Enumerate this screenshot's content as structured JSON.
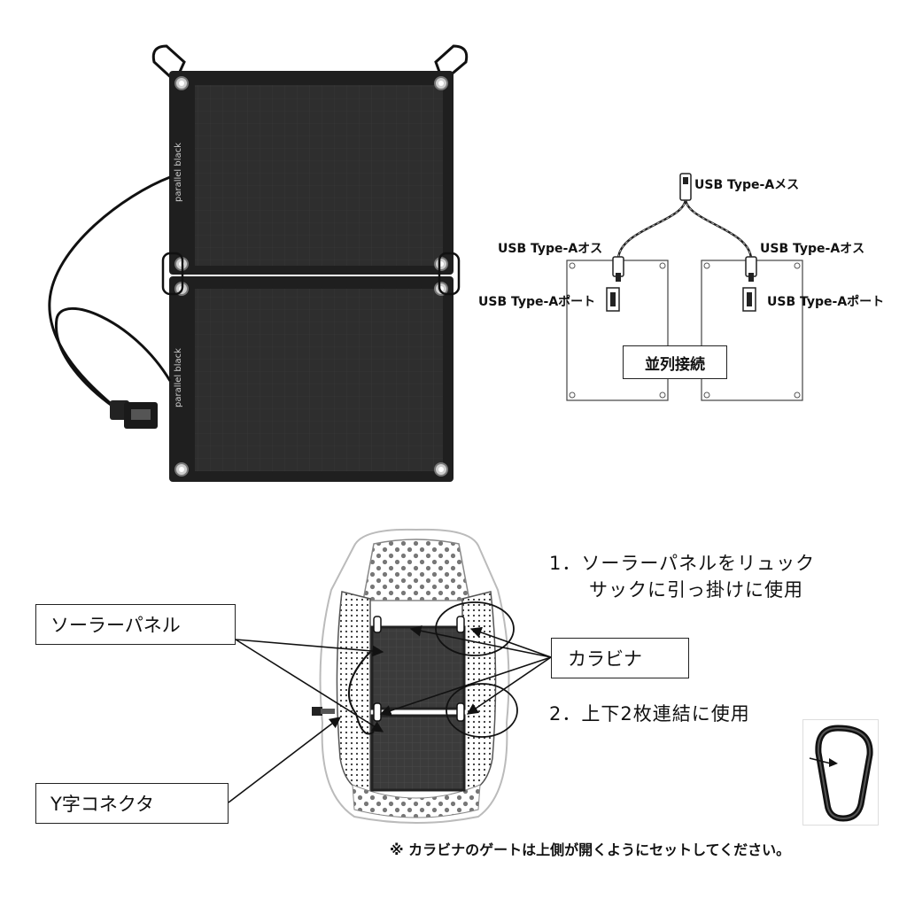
{
  "panel": {
    "brand_text": "parallel black"
  },
  "wiring": {
    "usb_female": "USB Type-Aメス",
    "usb_male_left": "USB Type-Aオス",
    "usb_male_right": "USB Type-Aオス",
    "usb_port_left": "USB Type-Aポート",
    "usb_port_right": "USB Type-Aポート",
    "parallel_connection": "並列接続"
  },
  "usage": {
    "step1_line1": "1．ソーラーパネルをリュック",
    "step1_line2": "サックに引っ掛けに使用",
    "step2": "2．上下2枚連結に使用",
    "label_solar_panel": "ソーラーパネル",
    "label_carabiner": "カラビナ",
    "label_y_connector": "Y字コネクタ",
    "note": "※  カラビナのゲートは上側が開くようにセットしてください。"
  },
  "colors": {
    "panel_body": "#2b2b2b",
    "panel_frame": "#1a1a1a",
    "line": "#222222"
  }
}
